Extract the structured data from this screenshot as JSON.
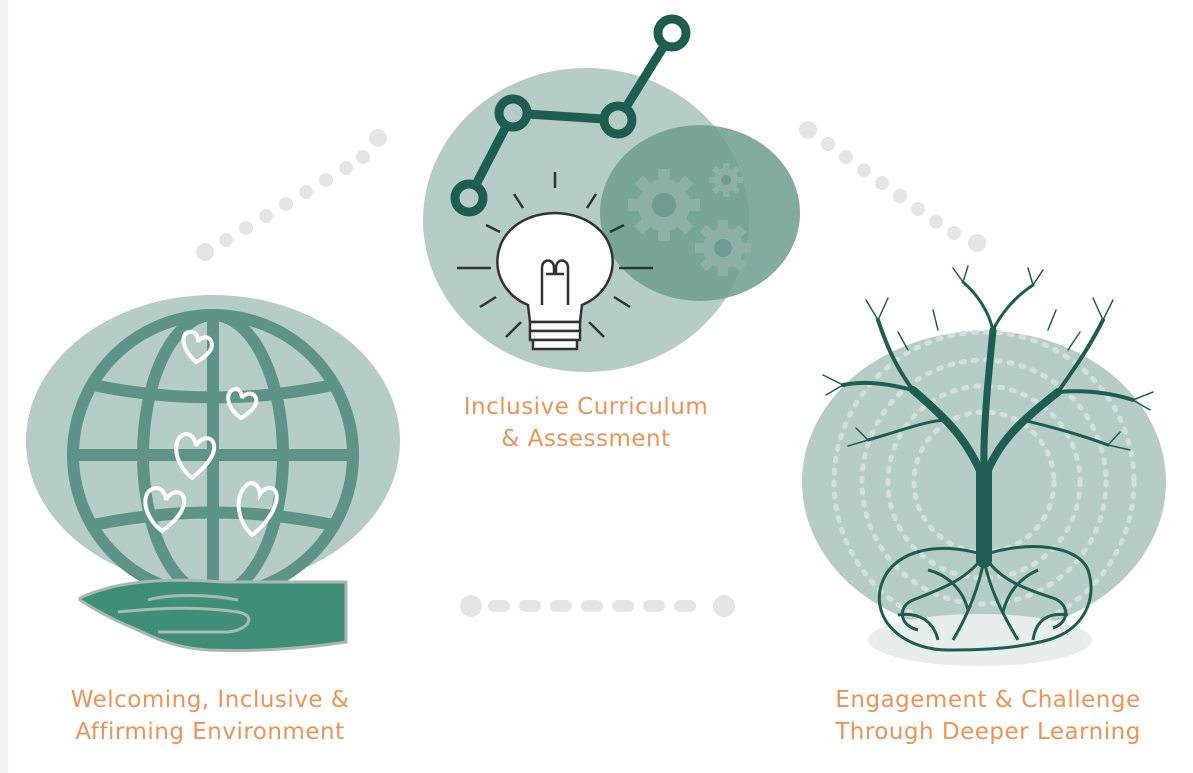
{
  "pillars": {
    "curriculum": {
      "line1": "Inclusive Curriculum",
      "line2": "& Assessment"
    },
    "environment": {
      "line1": "Welcoming, Inclusive &",
      "line2": "Affirming Environment"
    },
    "engagement": {
      "line1": "Engagement & Challenge",
      "line2": "Through Deeper Learning"
    }
  },
  "colors": {
    "accent": "#ef9253",
    "teal_dark": "#1e5e52",
    "teal_mid": "#5e9488",
    "teal_light": "#b6ccc7",
    "dots": "#e4e6e6"
  },
  "icons": [
    "line-chart-icon",
    "gears-icon",
    "lightbulb-icon",
    "globe-icon",
    "hearts-icon",
    "hand-icon",
    "tree-icon",
    "roots-icon"
  ]
}
